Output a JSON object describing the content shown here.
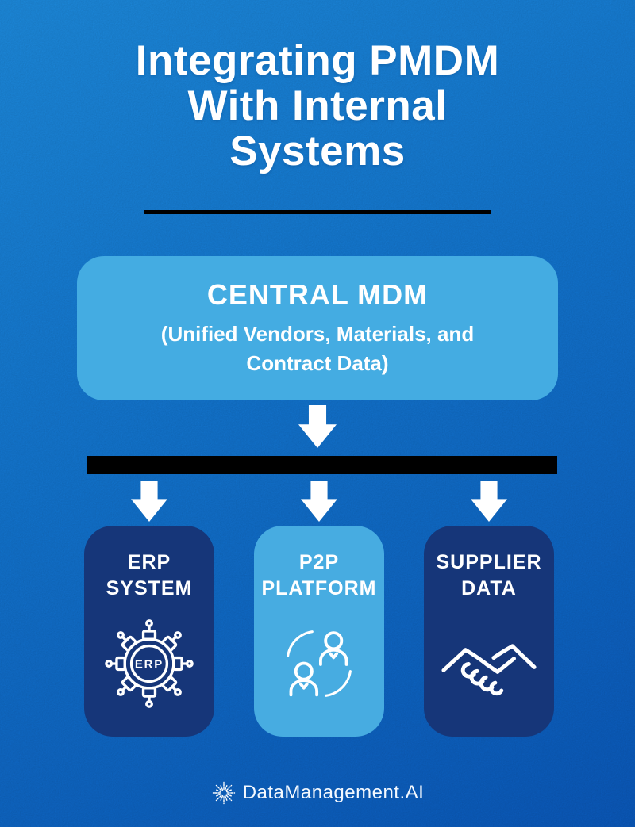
{
  "infographic": {
    "title": "Integrating PMDM\nWith Internal\nSystems",
    "central": {
      "title": "CENTRAL MDM",
      "subtitle": "(Unified Vendors, Materials, and\nContract Data)"
    },
    "systems": [
      {
        "label": "ERP\nSYSTEM",
        "icon": "erp-gear-network-icon",
        "icon_text": "ERP",
        "style": "dark"
      },
      {
        "label": "P2P\nPLATFORM",
        "icon": "people-exchange-icon",
        "style": "light"
      },
      {
        "label": "SUPPLIER\nDATA",
        "icon": "handshake-icon",
        "style": "dark"
      }
    ],
    "footer": {
      "brand": "DataManagement.AI",
      "icon": "starburst-icon"
    },
    "colors": {
      "background_top": "#1e90e6",
      "background_bottom": "#0b5cc2",
      "central_box": "#44ace2",
      "dark_box": "#163679",
      "light_box": "#47ace1",
      "connector": "#000000",
      "text": "#ffffff"
    }
  }
}
